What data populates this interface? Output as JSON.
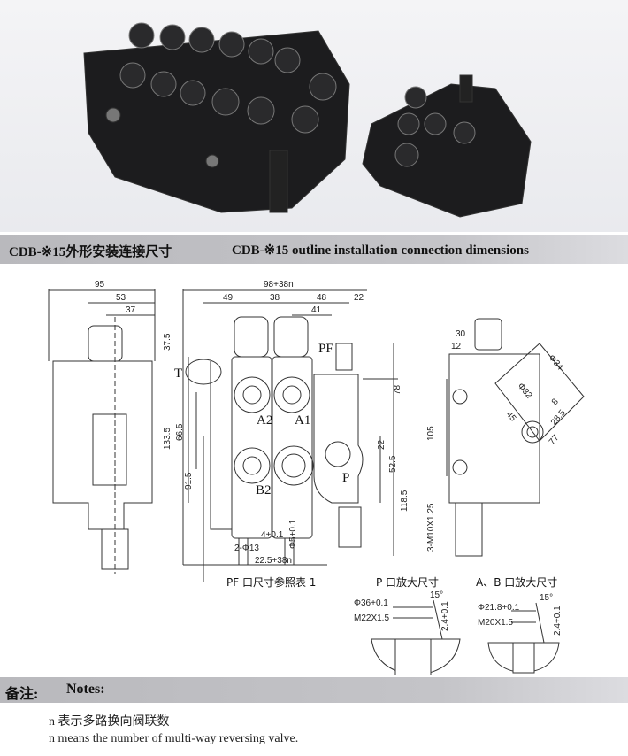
{
  "title": {
    "cn": "CDB-※15外形安装连接尺寸",
    "en": "CDB-※15 outline installation connection dimensions"
  },
  "side_view": {
    "dims": [
      "95",
      "53",
      "37"
    ]
  },
  "front_view": {
    "dims_top": [
      "98+38n",
      "49",
      "38",
      "48",
      "22",
      "41"
    ],
    "dims_left": [
      "37.5",
      "133.5",
      "66.5",
      "91.5"
    ],
    "dims_right": [
      "78",
      "22",
      "52.5",
      "118.5"
    ],
    "dims_bottom": [
      "4+0.1",
      "2-Φ13",
      "Φ5+0.1",
      "22.5+38n"
    ],
    "ports": {
      "T": "T",
      "PF": "PF",
      "A2": "A2",
      "A1": "A1",
      "B2": "B2",
      "P": "P"
    }
  },
  "end_view": {
    "dims": [
      "30",
      "12",
      "Φ34",
      "Φ32",
      "45",
      "8",
      "28.5",
      "77",
      "105",
      "3-M10X1.25"
    ]
  },
  "captions": {
    "pf": "PF 口尺寸参照表 1",
    "p": "P 口放大尺寸",
    "ab": "A、B 口放大尺寸"
  },
  "p_port_detail": {
    "dia": "Φ36+0.1",
    "thread": "M22X1.5",
    "angle": "15°",
    "depth": "2.4+0.1"
  },
  "ab_port_detail": {
    "dia": "Φ21.8+0.1",
    "thread": "M20X1.5",
    "angle": "15°",
    "depth": "2.4+0.1"
  },
  "notes": {
    "heading_cn": "备注:",
    "heading_en": "Notes:",
    "line_cn": "n 表示多路换向阀联数",
    "line_en": "n means the number of multi-way reversing valve."
  },
  "colors": {
    "band": "#bdbdc1",
    "ink": "#222222",
    "photo_bg": "#eeeef1",
    "valve": "#1c1c1e"
  }
}
